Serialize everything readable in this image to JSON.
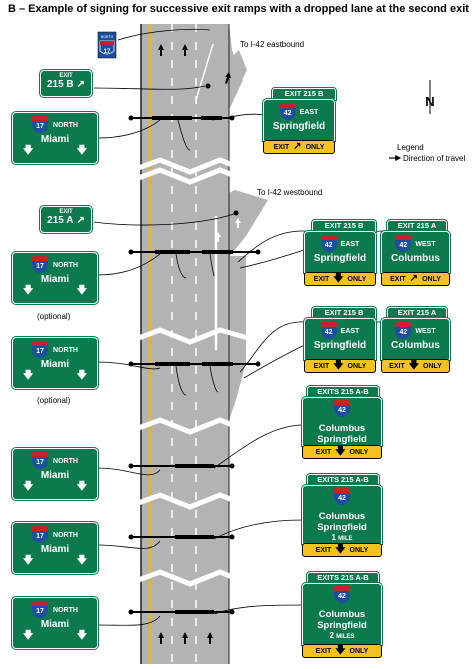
{
  "title": "B – Example of signing for successive exit ramps with a dropped lane at the second exit",
  "colors": {
    "sign_green": "#0c7a4c",
    "interstate_blue": "#1d4f9c",
    "interstate_red": "#c8202c",
    "exit_yellow": "#f4c21e",
    "road_gray": "#b3b3b3",
    "center_yellow": "#e9b627"
  },
  "labels": {
    "ramp_east": "To I-42 eastbound",
    "ramp_west": "To I-42 westbound",
    "optional": "(optional)",
    "north_letter": "N",
    "legend_title": "Legend",
    "legend_item": "Direction of travel"
  },
  "shield_small": {
    "top": "NORTH",
    "num": "17"
  },
  "signs": {
    "exit_b_tab": {
      "word": "EXIT",
      "num": "215 B",
      "arrow": "up-right-arrow-icon"
    },
    "exit_a_tab": {
      "word": "EXIT",
      "num": "215 A",
      "arrow": "up-right-arrow-icon"
    },
    "miami": {
      "dir": "NORTH",
      "route": "17",
      "city": "Miami",
      "arrows": "down-arrow-icon"
    },
    "springfield_1": {
      "tab": "EXIT 215 B",
      "route": "42",
      "dir": "EAST",
      "city": "Springfield",
      "plaque_exit": "EXIT",
      "plaque_only": "ONLY",
      "arrow": "up-right-arrow-icon"
    },
    "springfield_2": {
      "tab": "EXIT 215 B",
      "route": "42",
      "dir": "EAST",
      "city": "Springfield",
      "plaque_exit": "EXIT",
      "plaque_only": "ONLY",
      "arrow": "down-arrow-icon"
    },
    "columbus_1": {
      "tab": "EXIT 215 A",
      "route": "42",
      "dir": "WEST",
      "city": "Columbus",
      "plaque_exit": "EXIT",
      "plaque_only": "ONLY",
      "arrow": "up-right-arrow-icon"
    },
    "springfield_3": {
      "tab": "EXIT 215 B",
      "route": "42",
      "dir": "EAST",
      "city": "Springfield",
      "plaque_exit": "EXIT",
      "plaque_only": "ONLY",
      "arrow": "down-arrow-icon"
    },
    "columbus_2": {
      "tab": "EXIT 215 A",
      "route": "42",
      "dir": "WEST",
      "city": "Columbus",
      "plaque_exit": "EXIT",
      "plaque_only": "ONLY",
      "arrow": "down-arrow-icon"
    },
    "combined_1": {
      "tab": "EXITS 215 A-B",
      "route": "42",
      "city1": "Columbus",
      "city2": "Springfield",
      "plaque_exit": "EXIT",
      "plaque_only": "ONLY"
    },
    "combined_2": {
      "tab": "EXITS 215 A-B",
      "route": "42",
      "city1": "Columbus",
      "city2": "Springfield",
      "distance_num": "1",
      "distance_unit": "MILE",
      "plaque_exit": "EXIT",
      "plaque_only": "ONLY"
    },
    "combined_3": {
      "tab": "EXITS 215 A-B",
      "route": "42",
      "city1": "Columbus",
      "city2": "Springfield",
      "distance_num": "2",
      "distance_unit": "MILES",
      "plaque_exit": "EXIT",
      "plaque_only": "ONLY"
    }
  }
}
